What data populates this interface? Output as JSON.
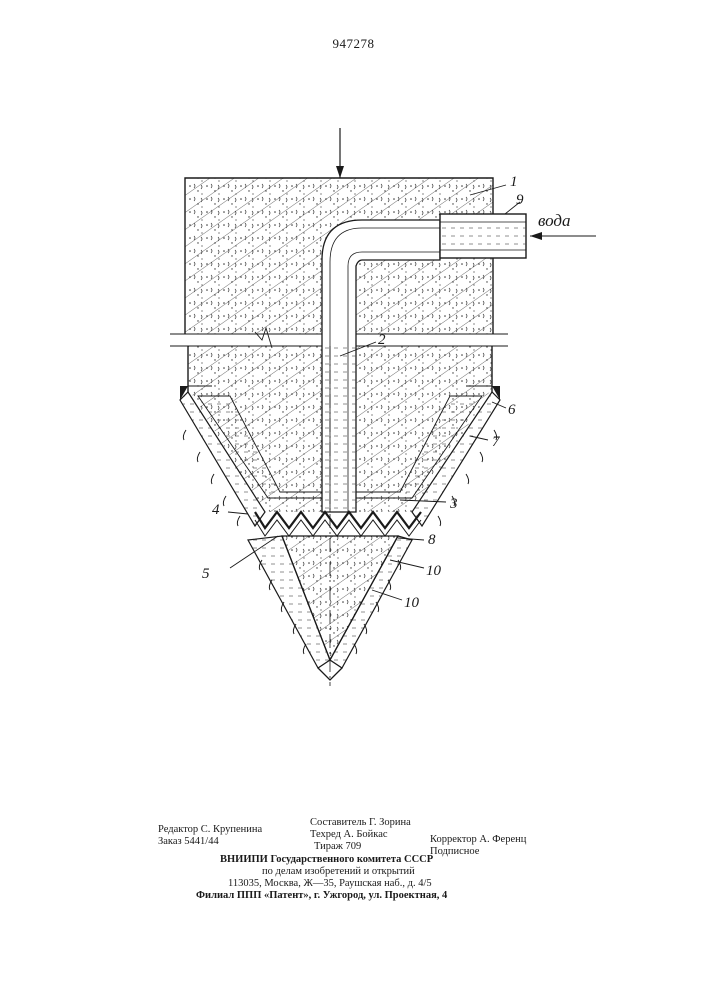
{
  "header": {
    "patent_number": "947278"
  },
  "figure": {
    "labels": [
      "1",
      "9",
      "2",
      "6",
      "7",
      "3",
      "4",
      "8",
      "5",
      "10",
      "10"
    ],
    "inlet_label": "вода"
  },
  "imprint": {
    "editor": "Редактор С. Крупенина",
    "order": "Заказ 5441/44",
    "compiler": "Составитель Г. Зорина",
    "techred": "Техред А. Бойкас",
    "circulation": "Тираж 709",
    "corrector": "Корректор А. Ференц",
    "subscription": "Подписное",
    "org_line1": "ВНИИПИ  Государственного  комитета  СССР",
    "org_line2": "по  делам  изобретений  и  открытий",
    "org_address": "113035,  Москва,  Ж—35,  Раушская  наб.,  д.  4/5",
    "branch": "Филиал  ППП  «Патент»,  г.  Ужгород,  ул.  Проектная,  4"
  }
}
